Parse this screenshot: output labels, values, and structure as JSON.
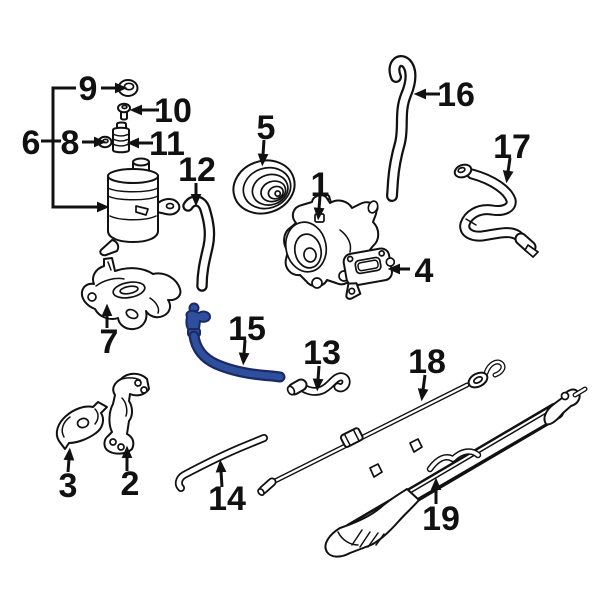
{
  "colors": {
    "highlight-fill": "#2e4f9e",
    "highlight-stroke": "#1b2a63",
    "line": "#111111",
    "label": "#111111",
    "background": "#ffffff"
  },
  "selected_part": "15",
  "callouts": [
    {
      "number": "1",
      "part": "power-steering-pump"
    },
    {
      "number": "2",
      "part": "pump-rear-bracket"
    },
    {
      "number": "3",
      "part": "pump-front-bracket"
    },
    {
      "number": "4",
      "part": "line-bracket"
    },
    {
      "number": "5",
      "part": "pump-pulley"
    },
    {
      "number": "6",
      "part": "reservoir-assembly"
    },
    {
      "number": "7",
      "part": "reservoir-bracket"
    },
    {
      "number": "8",
      "part": "grommet"
    },
    {
      "number": "9",
      "part": "reservoir-cap"
    },
    {
      "number": "10",
      "part": "fitting"
    },
    {
      "number": "11",
      "part": "valve"
    },
    {
      "number": "12",
      "part": "suction-hose"
    },
    {
      "number": "13",
      "part": "return-hose"
    },
    {
      "number": "14",
      "part": "drain-tube"
    },
    {
      "number": "15",
      "part": "pressure-line-selected"
    },
    {
      "number": "16",
      "part": "return-line"
    },
    {
      "number": "17",
      "part": "pressure-hose"
    },
    {
      "number": "18",
      "part": "cooler-pipe"
    },
    {
      "number": "19",
      "part": "steering-gear-assembly"
    }
  ]
}
